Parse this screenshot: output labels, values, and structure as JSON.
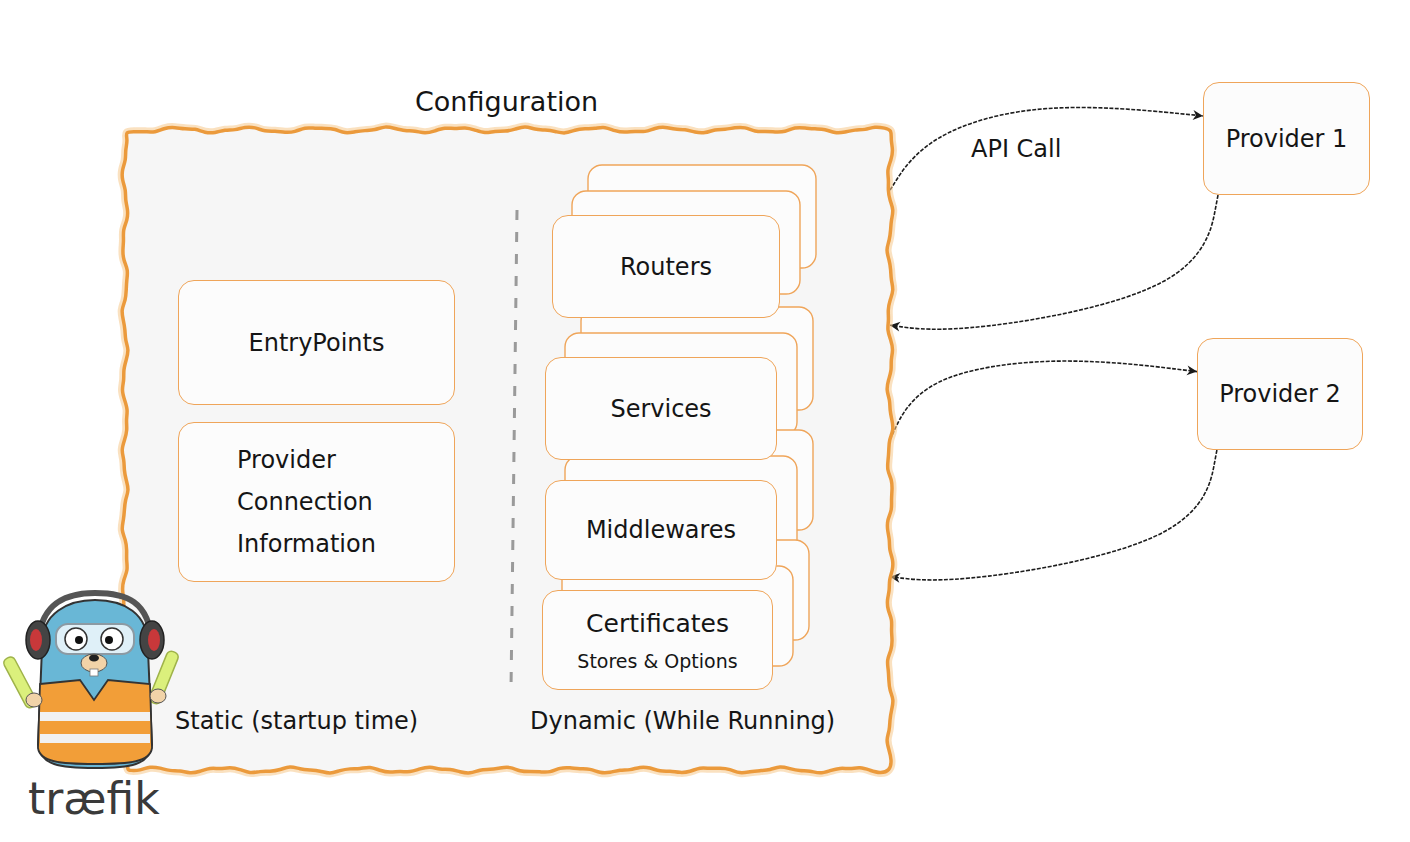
{
  "diagram": {
    "title": "Configuration",
    "nodes": [
      {
        "text": [
          "Configuration"
        ]
      },
      {
        "text": [
          "EntryPoints"
        ],
        "in": 0
      },
      {
        "text": [
          "Provider Connection Information"
        ],
        "in": 0
      },
      {
        "text": [
          "Routers"
        ],
        "in": 0
      },
      {
        "text": [
          "Services"
        ],
        "in": 0
      },
      {
        "text": [
          "Middlewares"
        ],
        "in": 0
      },
      {
        "text": [
          "Certificates",
          "Stores & Options"
        ],
        "in": 0
      },
      {
        "text": [
          "Provider 1"
        ]
      },
      {
        "text": [
          "Provider 2"
        ]
      }
    ],
    "edges": [
      {
        "from": 0,
        "to": 7,
        "arrow": "to",
        "label": "API Call"
      },
      {
        "from": 7,
        "to": 0,
        "arrow": "to"
      },
      {
        "from": 0,
        "to": 8,
        "arrow": "to"
      },
      {
        "from": 8,
        "to": 0,
        "arrow": "to"
      }
    ],
    "labels": [
      "Static (startup time)",
      "Dynamic (While Running)",
      "træfik"
    ]
  }
}
